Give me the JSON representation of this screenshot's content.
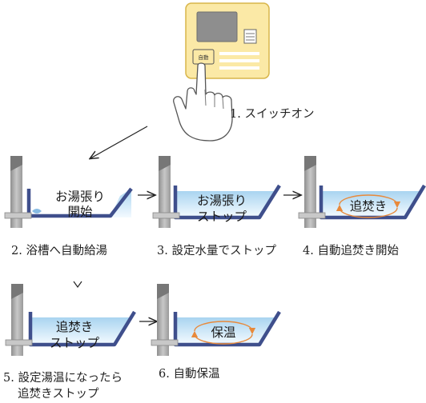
{
  "panel": {
    "button_label": "自動"
  },
  "steps": {
    "s1": {
      "label": "1. スイッチオン"
    },
    "s2": {
      "label": "2. 浴槽へ自動給湯",
      "tub_line1": "お湯張り",
      "tub_line2": "開始"
    },
    "s3": {
      "label": "3. 設定水量でストップ",
      "tub_line1": "お湯張り",
      "tub_line2": "ストップ"
    },
    "s4": {
      "label": "4. 自動追焚き開始",
      "badge": "追焚き"
    },
    "s5": {
      "label_line1": "5. 設定湯温になったら",
      "label_line2": "追焚きストップ",
      "tub_line1": "追焚き",
      "tub_line2": "ストップ"
    },
    "s6": {
      "label": "6. 自動保温",
      "badge": "保温"
    }
  },
  "colors": {
    "panel_body": "#fbe9a6",
    "panel_border": "#d8b54a",
    "screen": "#8e8e8e",
    "tub_outline": "#3f4f8c",
    "water_top": "#b7dcf2",
    "water_bottom": "#f2f9fe",
    "pipe": "#a9a9a9",
    "swirl": "#e8893a"
  }
}
